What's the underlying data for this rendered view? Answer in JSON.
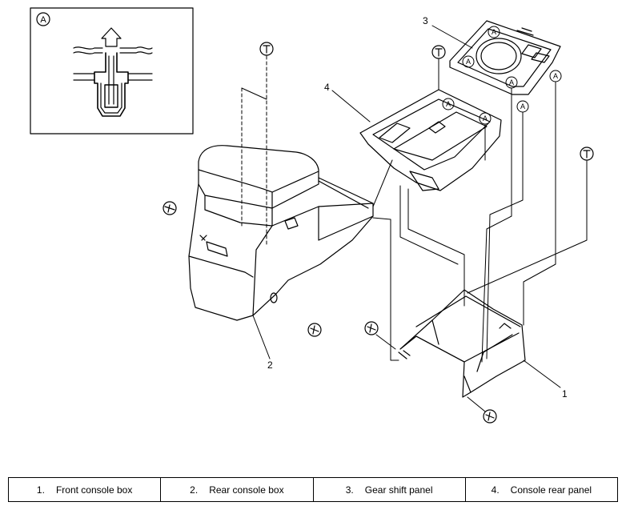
{
  "inset": {
    "marker": "A"
  },
  "callouts": [
    {
      "id": "1",
      "text": "1"
    },
    {
      "id": "2",
      "text": "2"
    },
    {
      "id": "3",
      "text": "3"
    },
    {
      "id": "4",
      "text": "4"
    }
  ],
  "clip_marker": "A",
  "legend": [
    {
      "num": "1.",
      "label": "Front console box"
    },
    {
      "num": "2.",
      "label": "Rear console box"
    },
    {
      "num": "3.",
      "label": "Gear shift panel"
    },
    {
      "num": "4.",
      "label": "Console rear panel"
    }
  ]
}
